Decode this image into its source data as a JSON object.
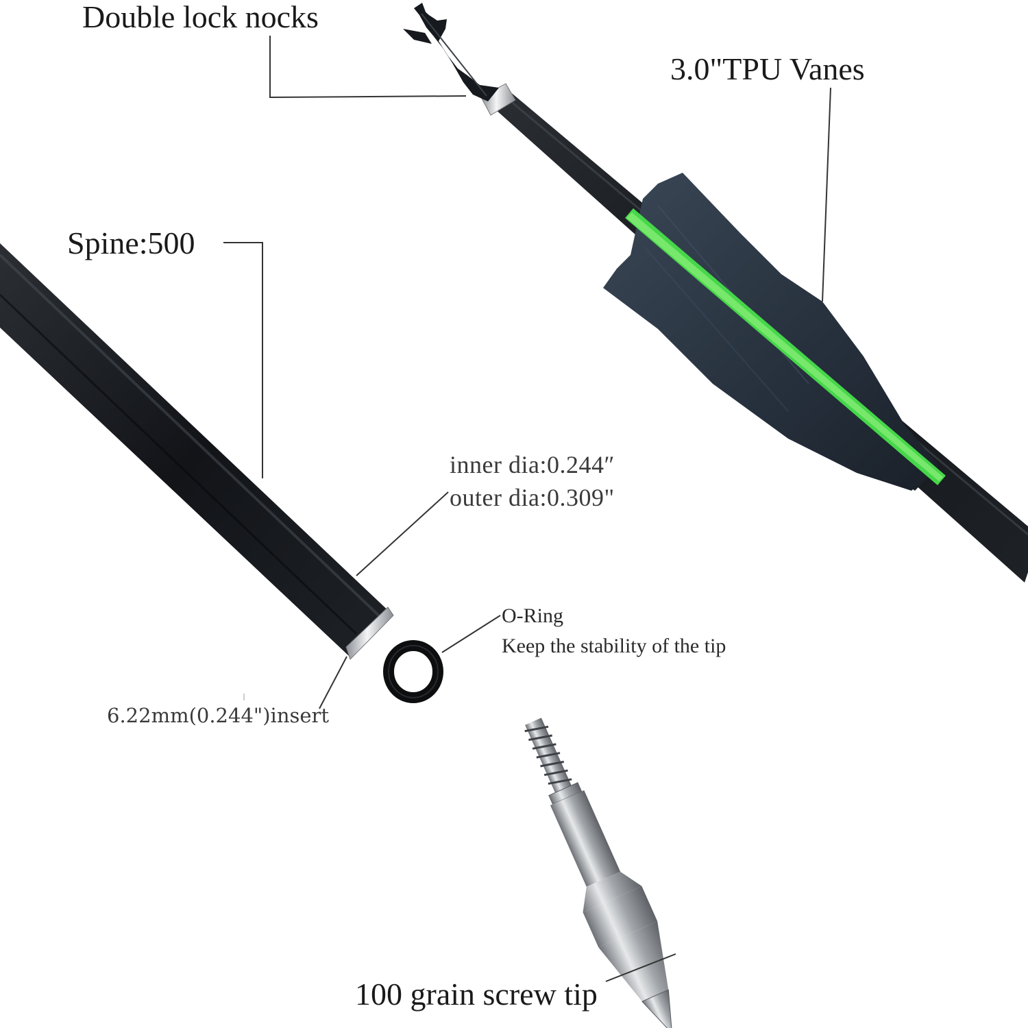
{
  "labels": {
    "nocks": "Double lock nocks",
    "vanes": "3.0\"TPU Vanes",
    "spine": "Spine:500",
    "inner_dia": "inner dia:0.244″",
    "outer_dia": "outer dia:0.309\"",
    "oring": "O-Ring",
    "oring_note": "Keep the stability of the tip",
    "insert": "6.22mm(0.244\")insert",
    "tip": "100 grain screw tip"
  },
  "colors": {
    "background": "#ffffff",
    "shaft": "#15181c",
    "vane": "#2b3644",
    "cock_vane_stripe": "#46d64a",
    "insert_ring": "#c9ccd0",
    "tip_steel": "#a9adb1",
    "leader_line": "#333333"
  },
  "icons": {
    "nock": "double-lock-nock-icon",
    "vane": "tpu-vane-icon",
    "oring": "o-ring-icon",
    "tip": "screw-tip-icon"
  }
}
